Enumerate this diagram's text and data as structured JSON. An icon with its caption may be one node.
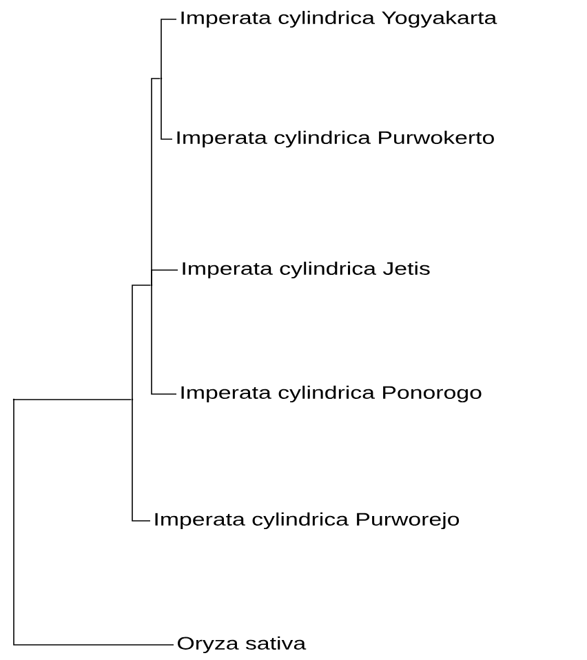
{
  "diagram": {
    "nodes": [
      {
        "text": [],
        "shape": "dot"
      },
      {
        "text": [],
        "shape": "dot"
      },
      {
        "text": [],
        "shape": "dot"
      },
      {
        "text": [],
        "shape": "dot"
      },
      {
        "text": [
          "Imperata cylindrica Yogyakarta"
        ]
      },
      {
        "text": [
          "Imperata cylindrica Purwokerto"
        ]
      },
      {
        "text": [
          "Imperata cylindrica Jetis"
        ]
      },
      {
        "text": [
          "Imperata cylindrica Ponorogo"
        ]
      },
      {
        "text": [
          "Imperata cylindrica Purworejo"
        ]
      },
      {
        "text": [
          "Oryza sativa"
        ]
      }
    ],
    "edges": [
      {
        "from": 0,
        "to": 1,
        "arrow": "none"
      },
      {
        "from": 0,
        "to": 9,
        "arrow": "none"
      },
      {
        "from": 1,
        "to": 2,
        "arrow": "none"
      },
      {
        "from": 1,
        "to": 8,
        "arrow": "none"
      },
      {
        "from": 2,
        "to": 3,
        "arrow": "none"
      },
      {
        "from": 2,
        "to": 6,
        "arrow": "none"
      },
      {
        "from": 2,
        "to": 7,
        "arrow": "none"
      },
      {
        "from": 3,
        "to": 4,
        "arrow": "none"
      },
      {
        "from": 3,
        "to": 5,
        "arrow": "none"
      }
    ]
  }
}
